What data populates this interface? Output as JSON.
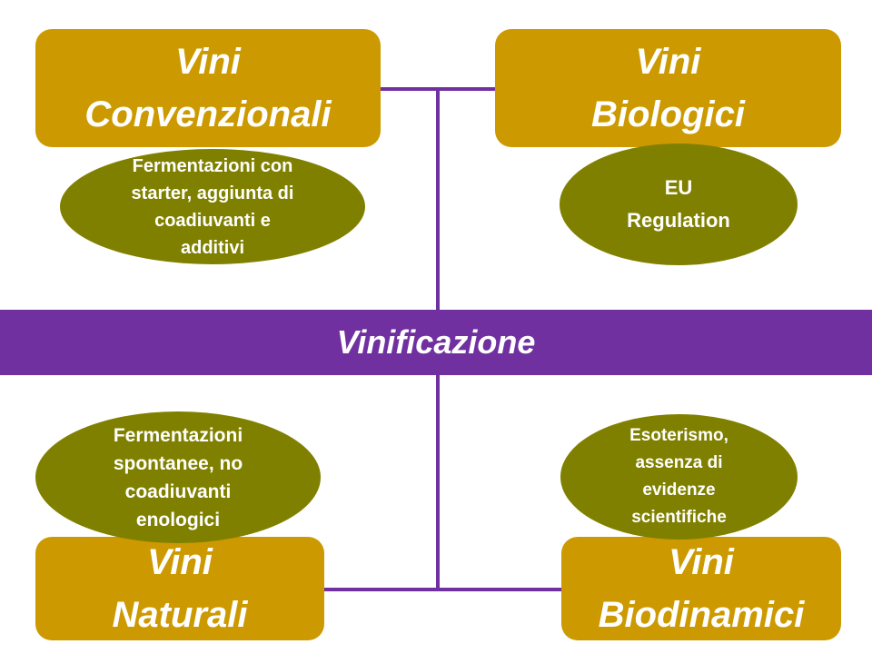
{
  "center": {
    "label": "Vinificazione",
    "color": "#7030a0"
  },
  "boxes": {
    "convenzionali": {
      "line1": "Vini",
      "line2": "Convenzionali"
    },
    "biologici": {
      "line1": "Vini",
      "line2": "Biologici"
    },
    "naturali": {
      "line1": "Vini",
      "line2": "Naturali"
    },
    "biodinamici": {
      "line1": "Vini",
      "line2": "Biodinamici"
    }
  },
  "ovals": {
    "convenzionali": "Fermentazioni con\nstarter, aggiunta di\ncoadiuvanti e\nadditivi",
    "biologici": "EU\nRegulation",
    "naturali": "Fermentazioni\nspontanee, no\ncoadiuvanti\nenologici",
    "biodinamici": "Esoterismo,\nassenza di\nevidenze\nscientifiche"
  },
  "colors": {
    "box_fill": "#cc9a00",
    "oval_fill": "#808000",
    "connector": "#7030a0",
    "text": "#ffffff"
  }
}
